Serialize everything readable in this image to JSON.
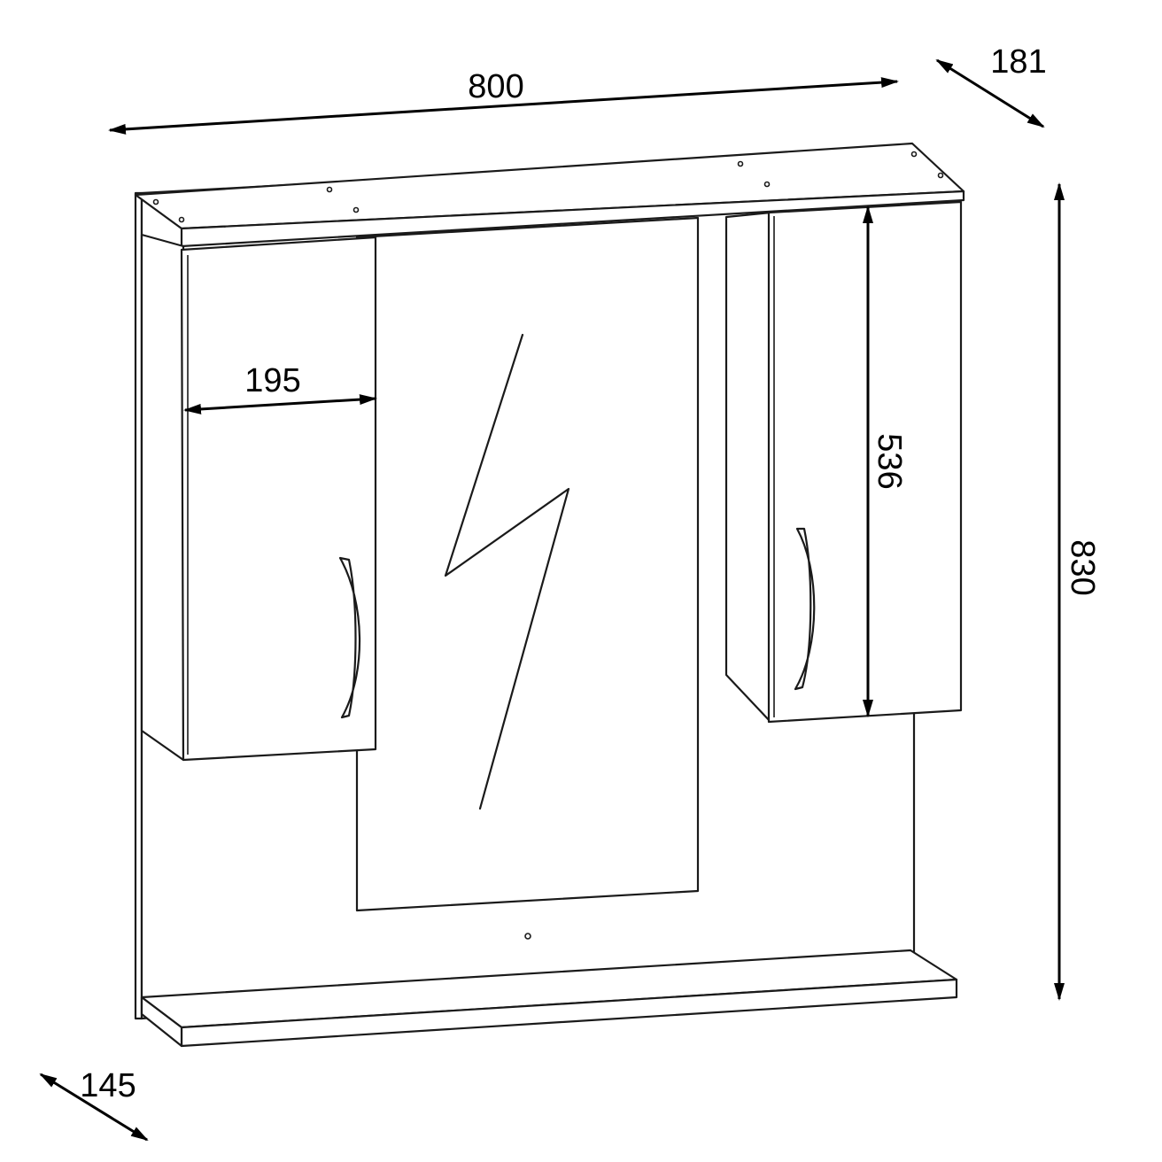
{
  "dimensions": {
    "width": "800",
    "depth_top": "181",
    "height": "830",
    "cabinet_width": "195",
    "cabinet_height": "536",
    "shelf_depth": "145"
  }
}
